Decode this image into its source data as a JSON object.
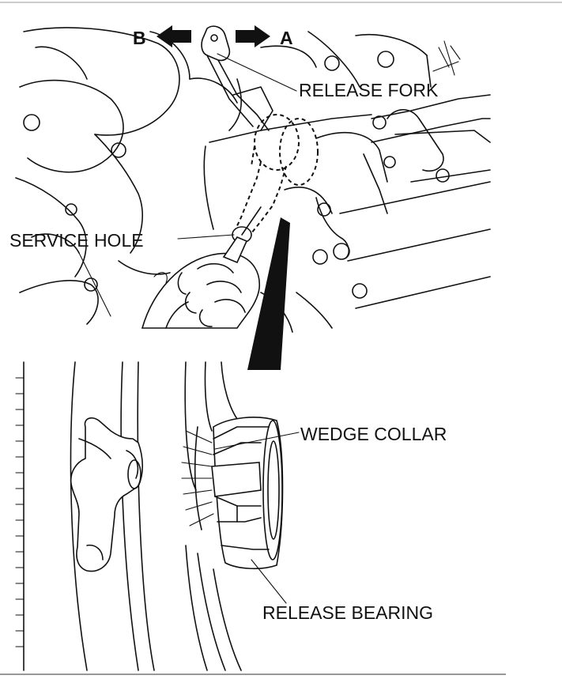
{
  "direction_labels": {
    "a": "A",
    "b": "B"
  },
  "labels": {
    "release_fork": "RELEASE FORK",
    "service_hole": "SERVICE HOLE",
    "wedge_collar": "WEDGE COLLAR",
    "release_bearing": "RELEASE BEARING"
  },
  "colors": {
    "ink": "#111111",
    "background": "#ffffff",
    "rule": "#bbbbbb"
  }
}
